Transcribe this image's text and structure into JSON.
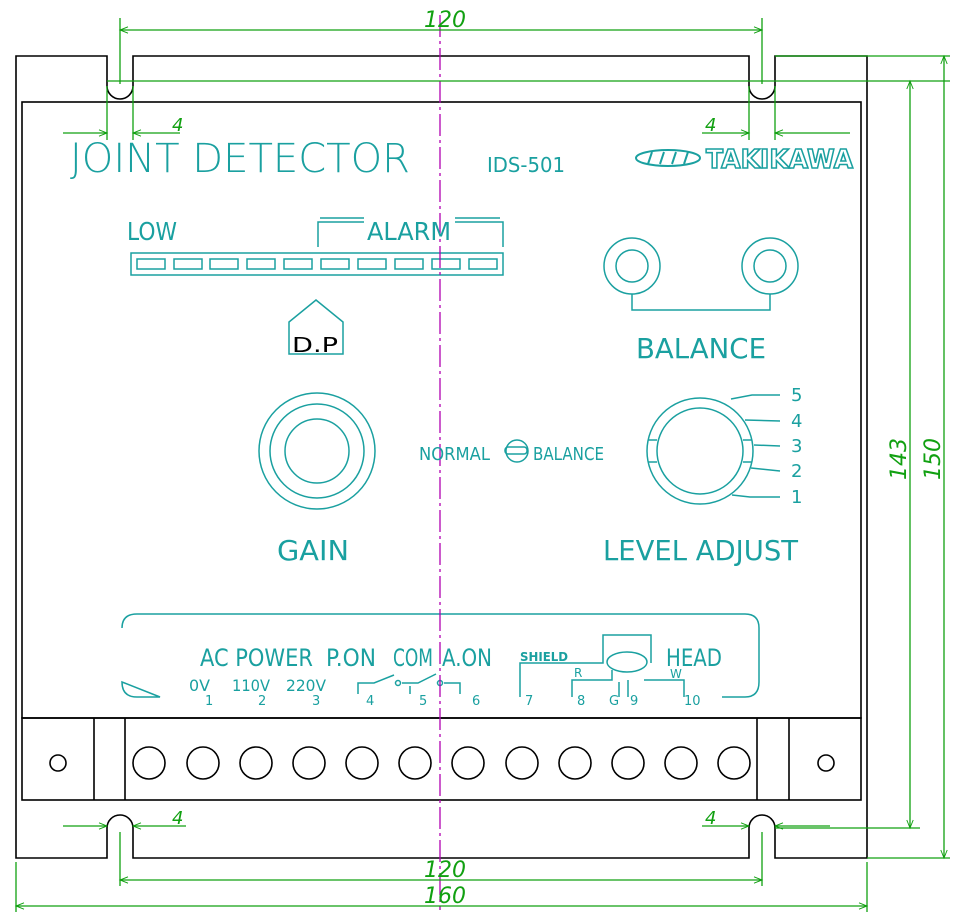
{
  "colors": {
    "outline": "#000000",
    "panel_text": "#1aa0a0",
    "dimension": "#11a011",
    "centerline": "#b000b0"
  },
  "panel": {
    "title": "JOINT DETECTOR",
    "model": "IDS-501",
    "brand": "TAKIKAWA",
    "low_label": "LOW",
    "alarm_label": "ALARM",
    "dp_label": "D.P",
    "balance_label": "BALANCE",
    "gain_label": "GAIN",
    "normal_label": "NORMAL",
    "switch_balance_label": "BALANCE",
    "level_adjust_label": "LEVEL ADJUST",
    "level_marks": [
      "5",
      "4",
      "3",
      "2",
      "1"
    ]
  },
  "terminals": {
    "ac_power": "AC POWER",
    "p_on": "P.ON",
    "com": "COM",
    "a_on": "A.ON",
    "shield": "SHIELD",
    "head": "HEAD",
    "v0": "0V",
    "v110": "110V",
    "v220": "220V",
    "r": "R",
    "g": "G",
    "w": "W",
    "numbers": [
      "1",
      "2",
      "3",
      "4",
      "5",
      "6",
      "7",
      "8",
      "9",
      "10"
    ]
  },
  "dimensions": {
    "top_120": "120",
    "bottom_120": "120",
    "bottom_160": "160",
    "right_143": "143",
    "right_150": "150",
    "slot_left_top": "4",
    "slot_right_top": "4",
    "slot_left_bottom": "4",
    "slot_right_bottom": "4"
  }
}
